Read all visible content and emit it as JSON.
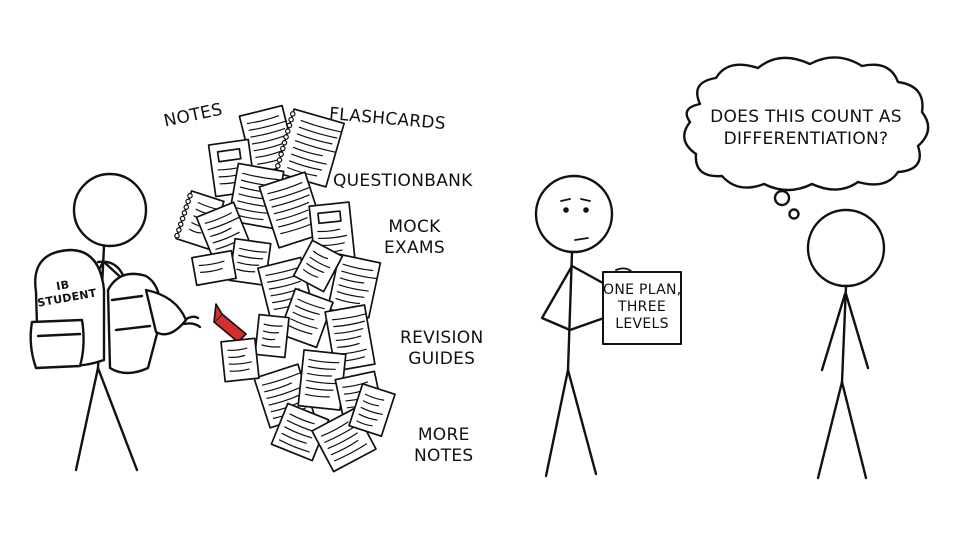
{
  "pile_labels": {
    "notes": "NOTES",
    "flashcards": "FLASHCARDS",
    "questionbank": "QUESTIONBANK",
    "mock_line1": "MOCK",
    "mock_line2": "EXAMS",
    "revision_line1": "REVISION",
    "revision_line2": "GUIDES",
    "more_line1": "MORE",
    "more_line2": "NOTES"
  },
  "backpack": {
    "line1": "IB",
    "line2": "STUDENT"
  },
  "sign": {
    "line1": "ONE PLAN,",
    "line2": "THREE",
    "line3": "LEVELS"
  },
  "thought": {
    "line1": "DOES THIS COUNT AS",
    "line2": "DIFFERENTIATION?"
  },
  "colors": {
    "ink": "#111111",
    "marker": "#d32f2f",
    "paper": "#ffffff"
  }
}
